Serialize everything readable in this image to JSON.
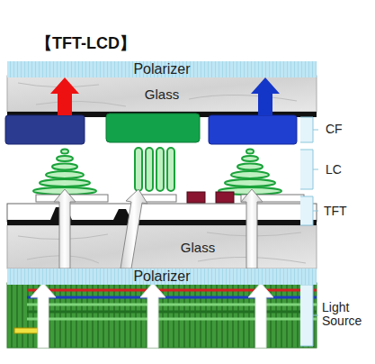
{
  "diagram": {
    "title": "【TFT-LCD】",
    "nodes": [
      {
        "text": [
          "Polarizer"
        ]
      },
      {
        "text": [
          "Glass"
        ]
      },
      {
        "text": [
          "Glass"
        ]
      },
      {
        "text": [
          "Polarizer"
        ]
      }
    ],
    "labels": [
      "CF",
      "LC",
      "TFT",
      "Light Source"
    ]
  }
}
